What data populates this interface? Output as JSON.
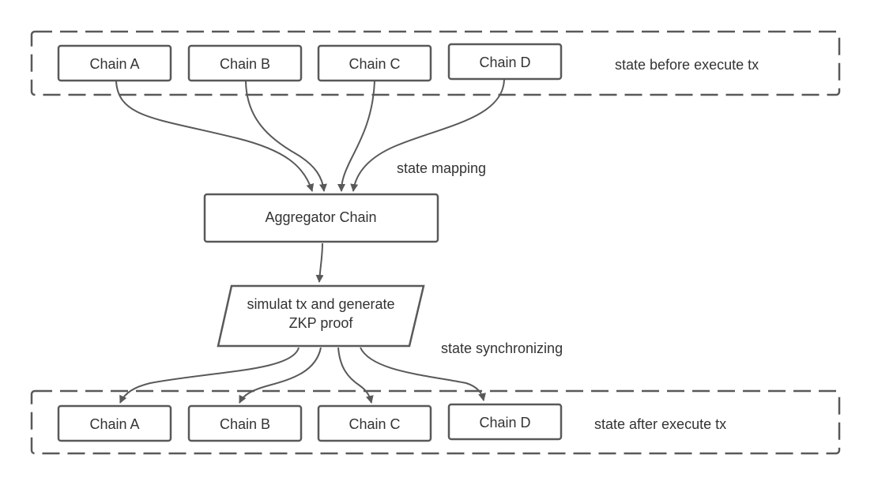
{
  "top_group": {
    "label": "state before execute tx",
    "nodes": [
      "Chain A",
      "Chain B",
      "Chain C",
      "Chain D"
    ]
  },
  "bottom_group": {
    "label": "state after execute tx",
    "nodes": [
      "Chain A",
      "Chain B",
      "Chain C",
      "Chain D"
    ]
  },
  "aggregator": {
    "label": "Aggregator Chain"
  },
  "process": {
    "line1": "simulat tx and generate",
    "line2": "ZKP proof"
  },
  "edge_labels": {
    "mapping": "state mapping",
    "synchronizing": "state synchronizing"
  },
  "colors": {
    "stroke": "#595959",
    "text": "#333333",
    "background": "#ffffff"
  }
}
